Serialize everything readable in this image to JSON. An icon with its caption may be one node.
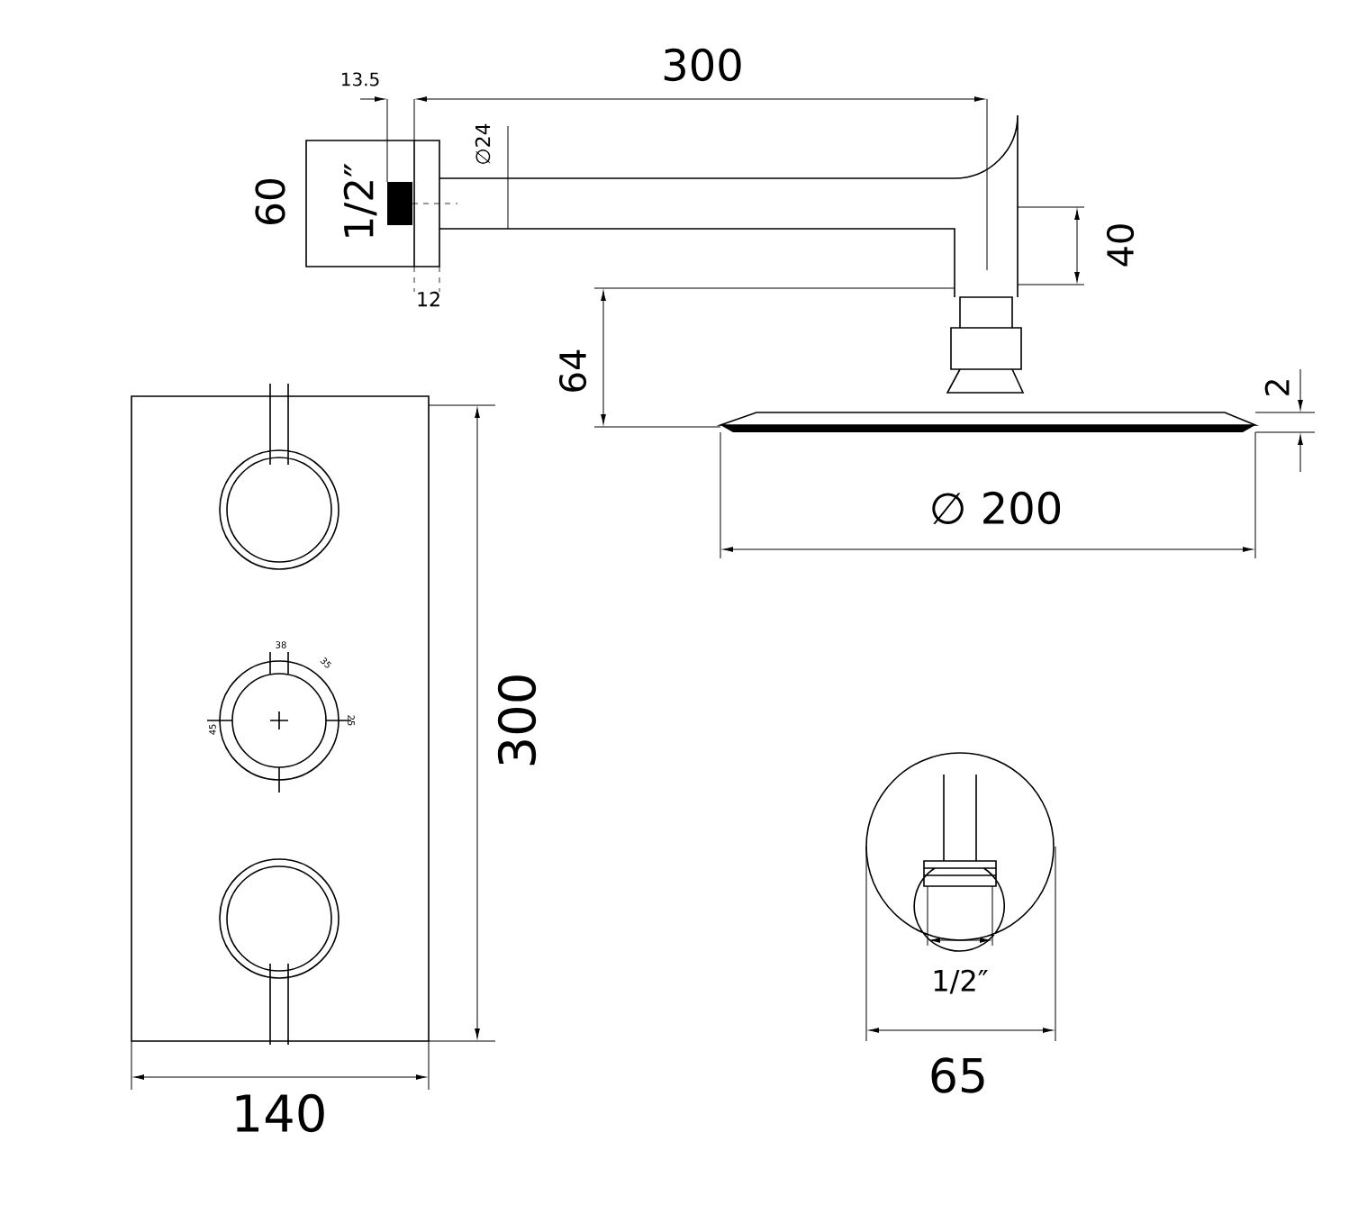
{
  "diagram": {
    "labels": [
      "13.5",
      "300",
      "60",
      "1/2″",
      "∅24",
      "12",
      "40",
      "64",
      "2",
      "∅ 200",
      "38",
      "35",
      "25",
      "45",
      "300",
      "140",
      "1/2″",
      "65"
    ]
  }
}
